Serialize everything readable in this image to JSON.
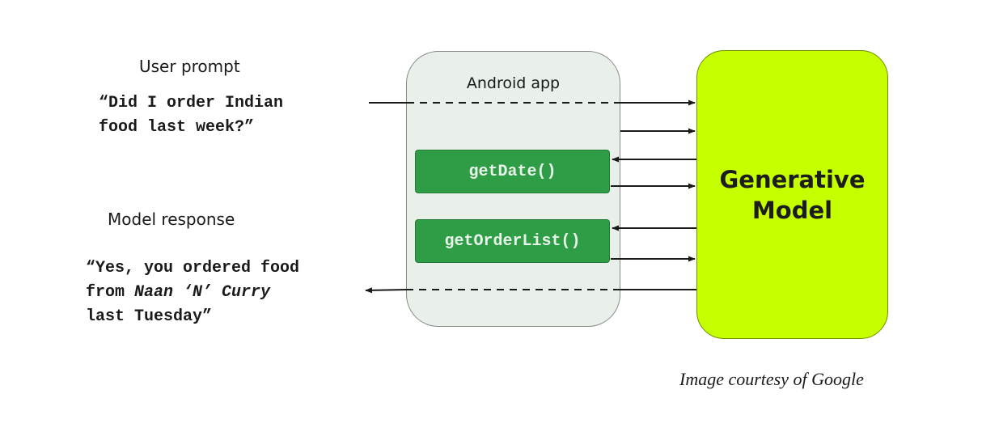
{
  "user_prompt": {
    "heading": "User prompt",
    "lines": [
      "“Did I order Indian",
      "food last week?”"
    ]
  },
  "model_response": {
    "heading": "Model response",
    "line1": "“Yes, you ordered food",
    "line2_prefix": "from ",
    "line2_italic": "Naan ‘N’ Curry",
    "line3": "last Tuesday”"
  },
  "android_app": {
    "title": "Android app",
    "functions": [
      "getDate()",
      "getOrderList()"
    ]
  },
  "generative_model": {
    "title": "Generative\nModel"
  },
  "caption": "Image courtesy of Google",
  "colors": {
    "app_fill": "#e8f0e9",
    "function_fill": "#2e9d46",
    "model_fill": "#c6ff00",
    "arrow": "#1a1a1a"
  }
}
